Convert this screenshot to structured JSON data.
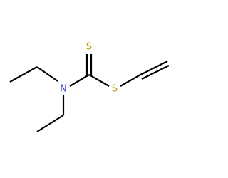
{
  "molecule": {
    "atoms": {
      "thione_s": {
        "symbol": "S",
        "color": "#b8a000"
      },
      "thioether_s": {
        "symbol": "S",
        "color": "#b8a000"
      },
      "amine_n": {
        "symbol": "N",
        "color": "#1f3fc8"
      }
    },
    "bond_color": "#000000"
  }
}
